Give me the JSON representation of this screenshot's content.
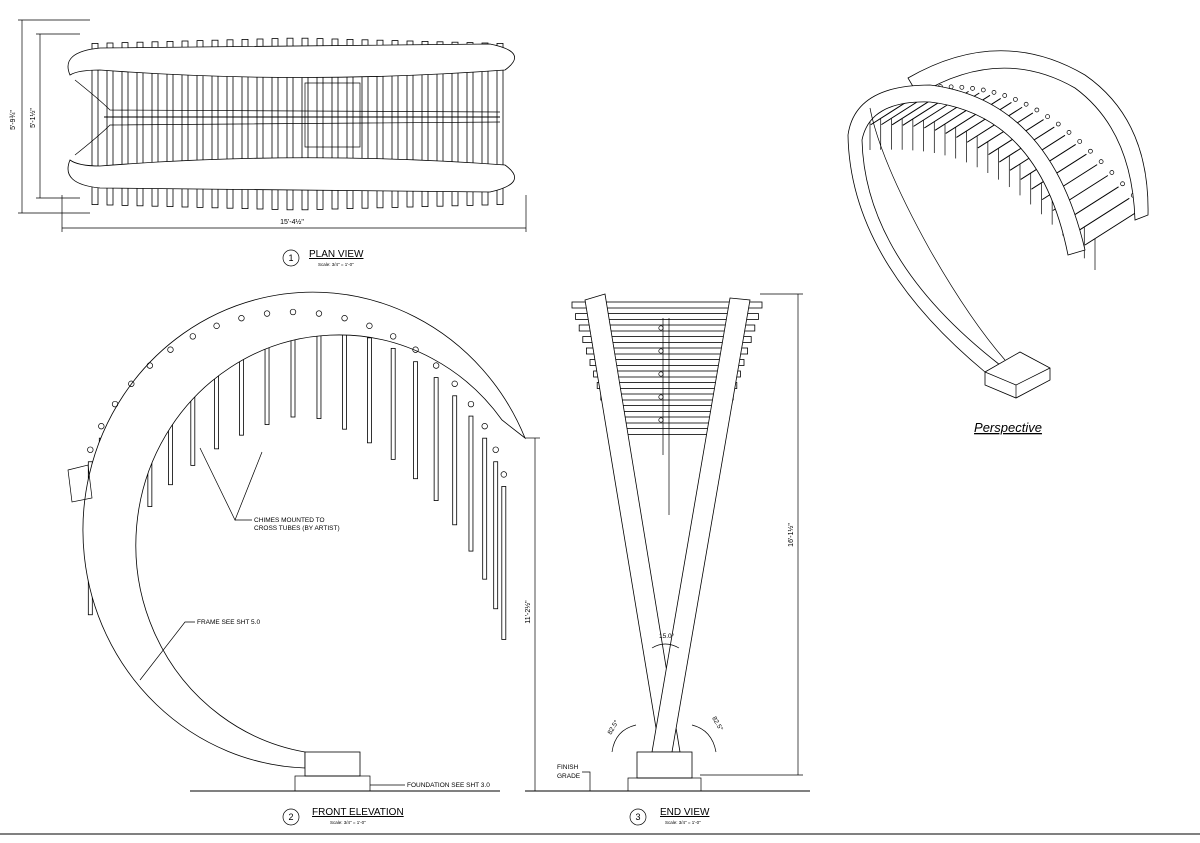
{
  "views": {
    "plan": {
      "number": "1",
      "title": "PLAN VIEW",
      "scale": "Scale: 3/4\" = 1'-0\"",
      "dim_overall_height": "5'-9¾\"",
      "dim_inner_height": "5'-1½\"",
      "dim_length": "15'-4½\""
    },
    "front": {
      "number": "2",
      "title": "FRONT ELEVATION",
      "scale": "Scale: 3/4\" = 1'-0\"",
      "dim_height": "11'-2½\"",
      "note_chimes_1": "CHIMES MOUNTED TO",
      "note_chimes_2": "CROSS TUBES (BY ARTIST)",
      "note_frame": "FRAME SEE SHT 5.0",
      "note_foundation": "FOUNDATION SEE SHT 3.0"
    },
    "end": {
      "number": "3",
      "title": "END VIEW",
      "scale": "Scale: 3/4\" = 1'-0\"",
      "dim_height": "16'-1½\"",
      "angle_top": "15.0°",
      "angle_left": "82.5°",
      "angle_right": "82.5°",
      "note_grade_1": "FINISH",
      "note_grade_2": "GRADE"
    },
    "perspective": {
      "title": "Perspective"
    }
  }
}
